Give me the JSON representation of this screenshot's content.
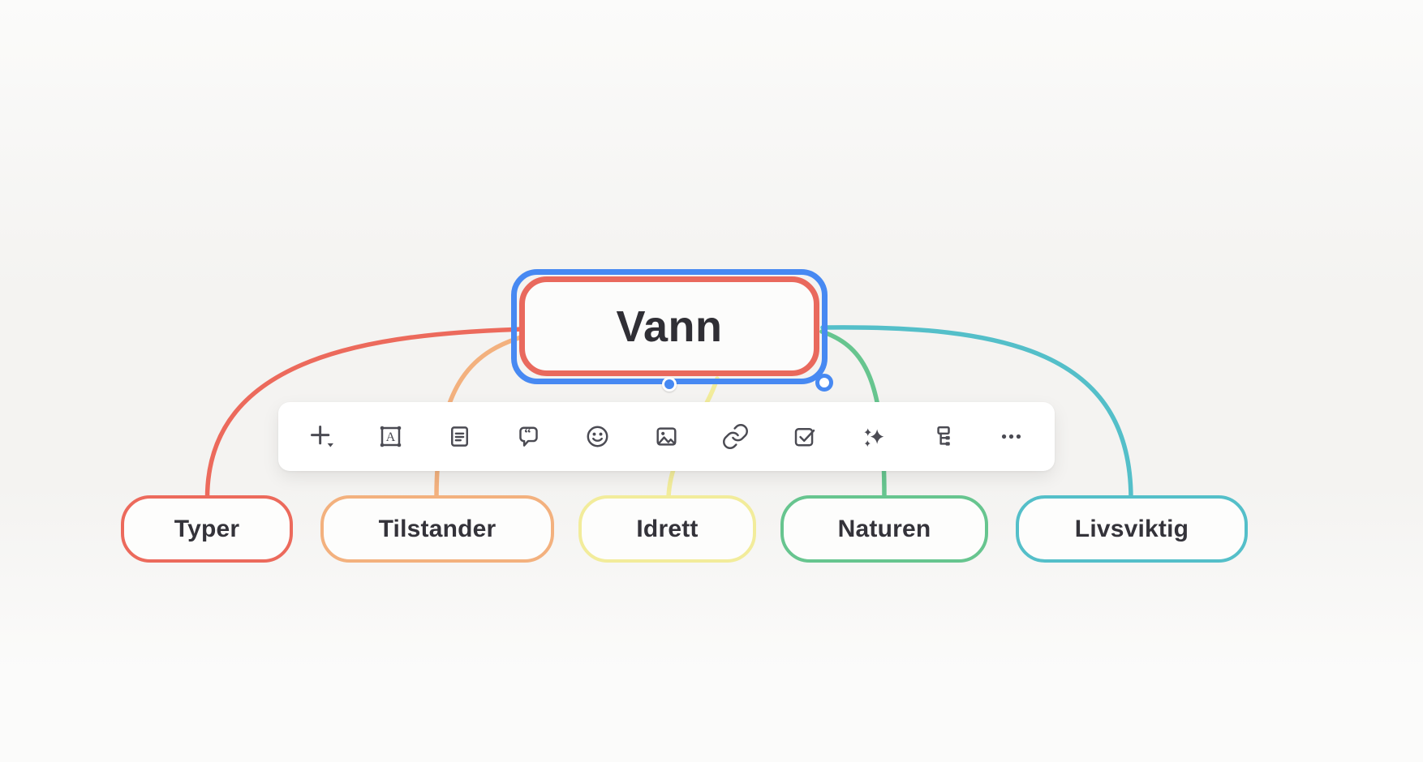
{
  "colors": {
    "background": "#f4f3f1",
    "selection": "#4789f2",
    "toolbar_icon": "#4b4b53",
    "root_text": "#302f35",
    "child_text": "#34333a"
  },
  "mindmap": {
    "root": {
      "label": "Vann",
      "color": "#e9695d"
    },
    "children": [
      {
        "label": "Typer",
        "color": "#ec6a5c"
      },
      {
        "label": "Tilstander",
        "color": "#f3b17e"
      },
      {
        "label": "Idrett",
        "color": "#f2ec9b"
      },
      {
        "label": "Naturen",
        "color": "#67c58f"
      },
      {
        "label": "Livsviktig",
        "color": "#54bfc9"
      }
    ]
  },
  "toolbar": {
    "items": [
      {
        "icon": "add-topic-plus-icon"
      },
      {
        "icon": "text-style-icon",
        "glyph": "A"
      },
      {
        "icon": "note-icon"
      },
      {
        "icon": "comment-icon",
        "glyph": "“"
      },
      {
        "icon": "emoji-icon"
      },
      {
        "icon": "image-icon"
      },
      {
        "icon": "link-icon"
      },
      {
        "icon": "task-checkbox-icon"
      },
      {
        "icon": "ai-sparkles-icon"
      },
      {
        "icon": "structure-icon"
      },
      {
        "icon": "more-ellipsis-icon"
      }
    ]
  }
}
